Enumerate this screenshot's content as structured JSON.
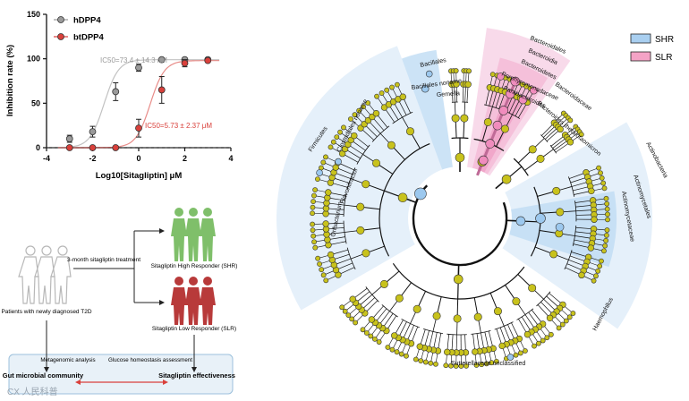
{
  "chart_data": {
    "type": "line",
    "xlabel": "Log10[Sitagliptin] μM",
    "ylabel": "Inhibition rate (%)",
    "xlim": [
      -4,
      4
    ],
    "ylim": [
      0,
      150
    ],
    "x_ticks": [
      "-4",
      "-2",
      "0",
      "2",
      "4"
    ],
    "y_ticks": [
      "0",
      "50",
      "100",
      "150"
    ],
    "series": [
      {
        "name": "hDPP4",
        "color": "#9a9a9a",
        "x": [
          -3,
          -2,
          -1,
          0,
          1,
          2,
          3
        ],
        "y": [
          10,
          18,
          63,
          90,
          99,
          99,
          99
        ],
        "err": [
          4,
          6,
          10,
          4,
          2,
          2,
          2
        ],
        "annotation": "IC50=73.4 ± 14.3 nM"
      },
      {
        "name": "btDPP4",
        "color": "#d9403b",
        "x": [
          -3,
          -2,
          -1,
          0,
          1,
          2,
          3
        ],
        "y": [
          0,
          0,
          0,
          22,
          65,
          95,
          98
        ],
        "err": [
          1,
          1,
          1,
          10,
          15,
          4,
          2
        ],
        "annotation": "IC50=5.73 ± 2.37 μM"
      }
    ]
  },
  "flow": {
    "patients": "Patients with newly diagnosed T2D",
    "treatment": "3-month sitagliptin treatment",
    "shr": "Sitagliptin High Responder (SHR)",
    "slr": "Sitagliptin Low Responder (SLR)",
    "metagenomic": "Metagenomic analysis",
    "glucose": "Glucose homeostasis assessment",
    "gut": "Gut microbial community",
    "effect": "Sitagliptin effectiveness"
  },
  "cladogram": {
    "legend": [
      {
        "label": "SHR",
        "color": "#a9cff0"
      },
      {
        "label": "SLR",
        "color": "#f4a3c6"
      }
    ],
    "labels_slr": [
      "Bacteroidales",
      "Bacteroidia",
      "Bacteroidetes",
      "Porphyromonadaceae",
      "Parabacteroides",
      "Bacteroidaceae",
      "Bacteroides thetaiotaomicron"
    ],
    "labels_shr": [
      "Bacillales",
      "Bacillales noname",
      "Gemella",
      "Firmicutes",
      "Clostridiales noname",
      "Flavonifractor",
      "Oribacterium",
      "Actinobacteria",
      "Actinomycetales",
      "Actinomycetaceae",
      "Haemophilus",
      "Sutterellaceae unclassified"
    ]
  },
  "watermark": "CX 人民科普"
}
